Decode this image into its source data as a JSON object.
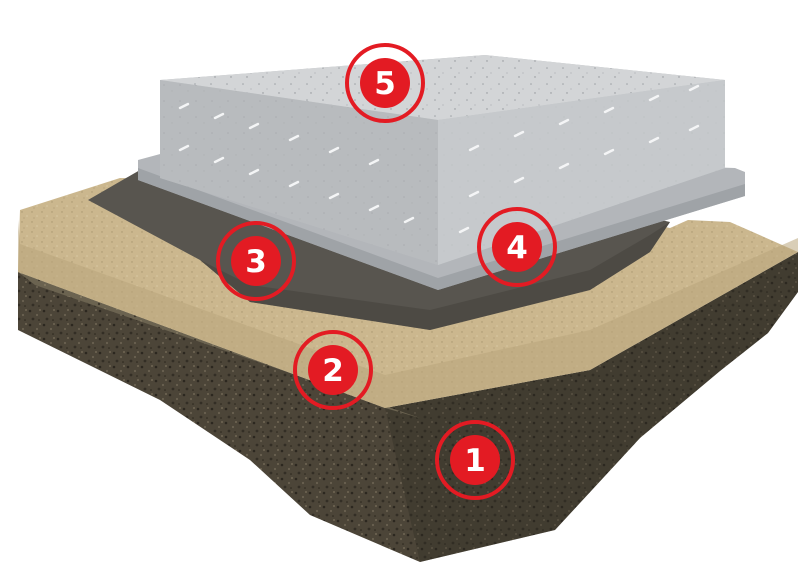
{
  "diagram": {
    "layers": [
      {
        "id": "soil",
        "marker": "1",
        "color": "#4a4336"
      },
      {
        "id": "sand",
        "marker": "2",
        "color": "#cdb991"
      },
      {
        "id": "membrane",
        "marker": "3",
        "color": "#55534d"
      },
      {
        "id": "base-plate",
        "marker": "4",
        "color": "#b6b9bd"
      },
      {
        "id": "slab",
        "marker": "5",
        "color": "#c9cbcd"
      }
    ],
    "marker_style": {
      "fill": "#e31b23",
      "ring": "#e31b23"
    }
  }
}
